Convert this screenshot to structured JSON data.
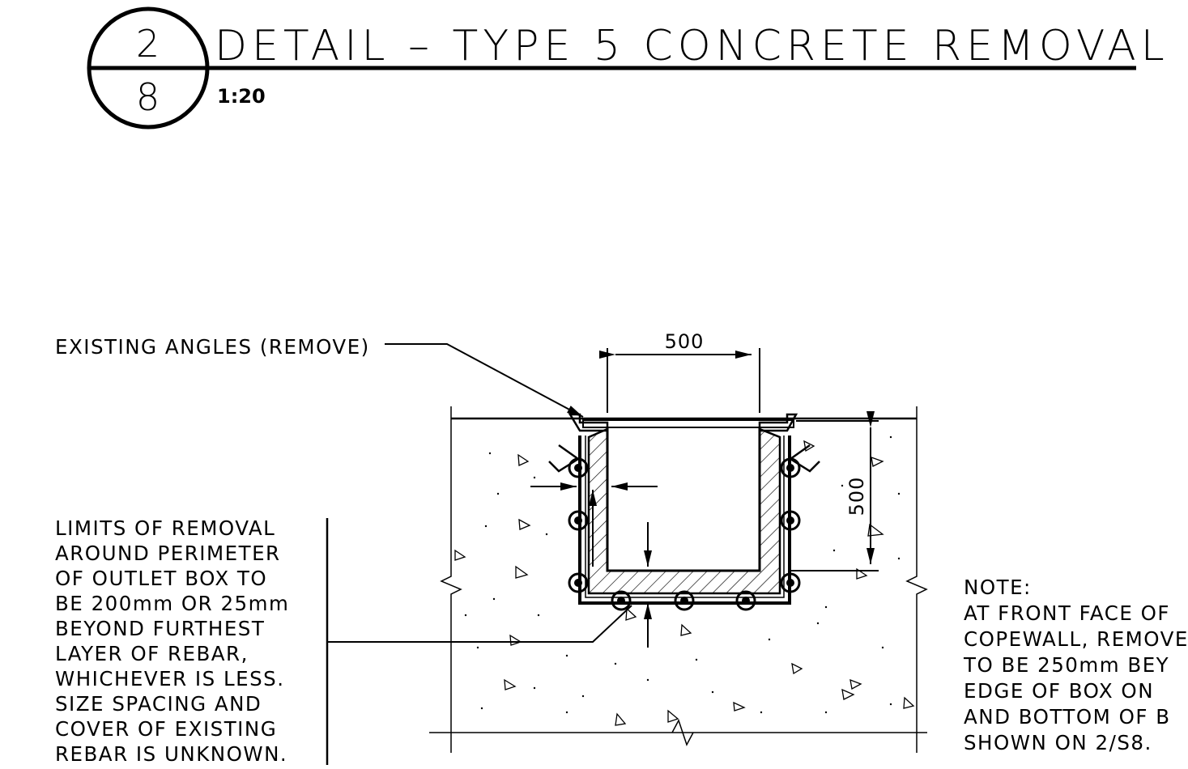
{
  "header": {
    "detail_number": "2",
    "sheet_number": "8",
    "title": "DETAIL – TYPE 5 CONCRETE REMOVAL",
    "scale": "1:20"
  },
  "labels": {
    "existing_angles": "EXISTING ANGLES (REMOVE)",
    "limits_note": [
      "LIMITS OF REMOVAL",
      "AROUND PERIMETER",
      "OF OUTLET BOX TO",
      "BE 200mm OR 25mm",
      "BEYOND FURTHEST",
      "LAYER OF REBAR,",
      "WHICHEVER IS LESS.",
      "SIZE SPACING AND",
      "COVER OF EXISTING",
      "REBAR IS UNKNOWN."
    ],
    "general_note": [
      "NOTE:",
      "AT FRONT FACE OF",
      "COPEWALL, REMOVE",
      "TO BE 250mm BEY",
      "EDGE OF BOX ON",
      "AND BOTTOM OF B",
      "SHOWN ON 2/S8."
    ]
  },
  "dimensions": {
    "width": "500",
    "depth": "500"
  }
}
